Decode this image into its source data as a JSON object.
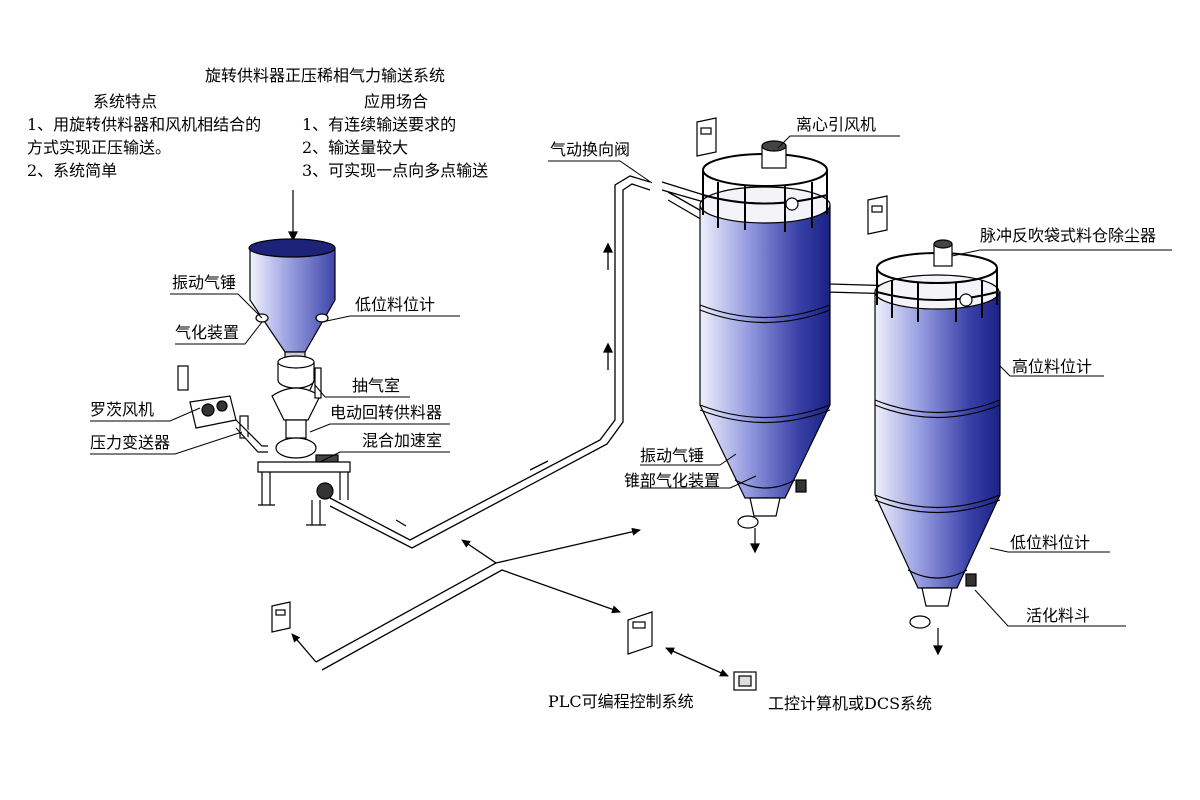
{
  "header": {
    "title": "旋转供料器正压稀相气力输送系统",
    "features_heading": "系统特点",
    "features": [
      "1、用旋转供料器和风机相结合的",
      "方式实现正压输送。",
      "2、系统简单"
    ],
    "applications_heading": "应用场合",
    "applications": [
      "1、有连续输送要求的",
      "2、输送量较大",
      "3、可实现一点向多点输送"
    ]
  },
  "labels": {
    "vibration_hammer_left": "振动气锤",
    "low_level_meter_left": "低位料位计",
    "aeration_device": "气化装置",
    "exhaust_chamber": "抽气室",
    "electric_rotary_feeder": "电动回转供料器",
    "roots_blower": "罗茨风机",
    "mixing_chamber": "混合加速室",
    "pressure_transmitter": "压力变送器",
    "pneumatic_diverter": "气动换向阀",
    "centrifugal_fan": "离心引风机",
    "pulse_dust_collector": "脉冲反吹袋式料仓除尘器",
    "high_level_meter": "高位料位计",
    "vibration_hammer_right": "振动气锤",
    "cone_aeration": "锥部气化装置",
    "low_level_meter_right": "低位料位计",
    "activation_hopper": "活化料斗",
    "plc": "PLC可编程控制系统",
    "ipc_dcs": "工控计算机或DCS系统"
  },
  "colors": {
    "silo_light": "#e8eaf8",
    "silo_mid": "#8f96de",
    "silo_dark": "#1f2690",
    "line": "#000000"
  }
}
